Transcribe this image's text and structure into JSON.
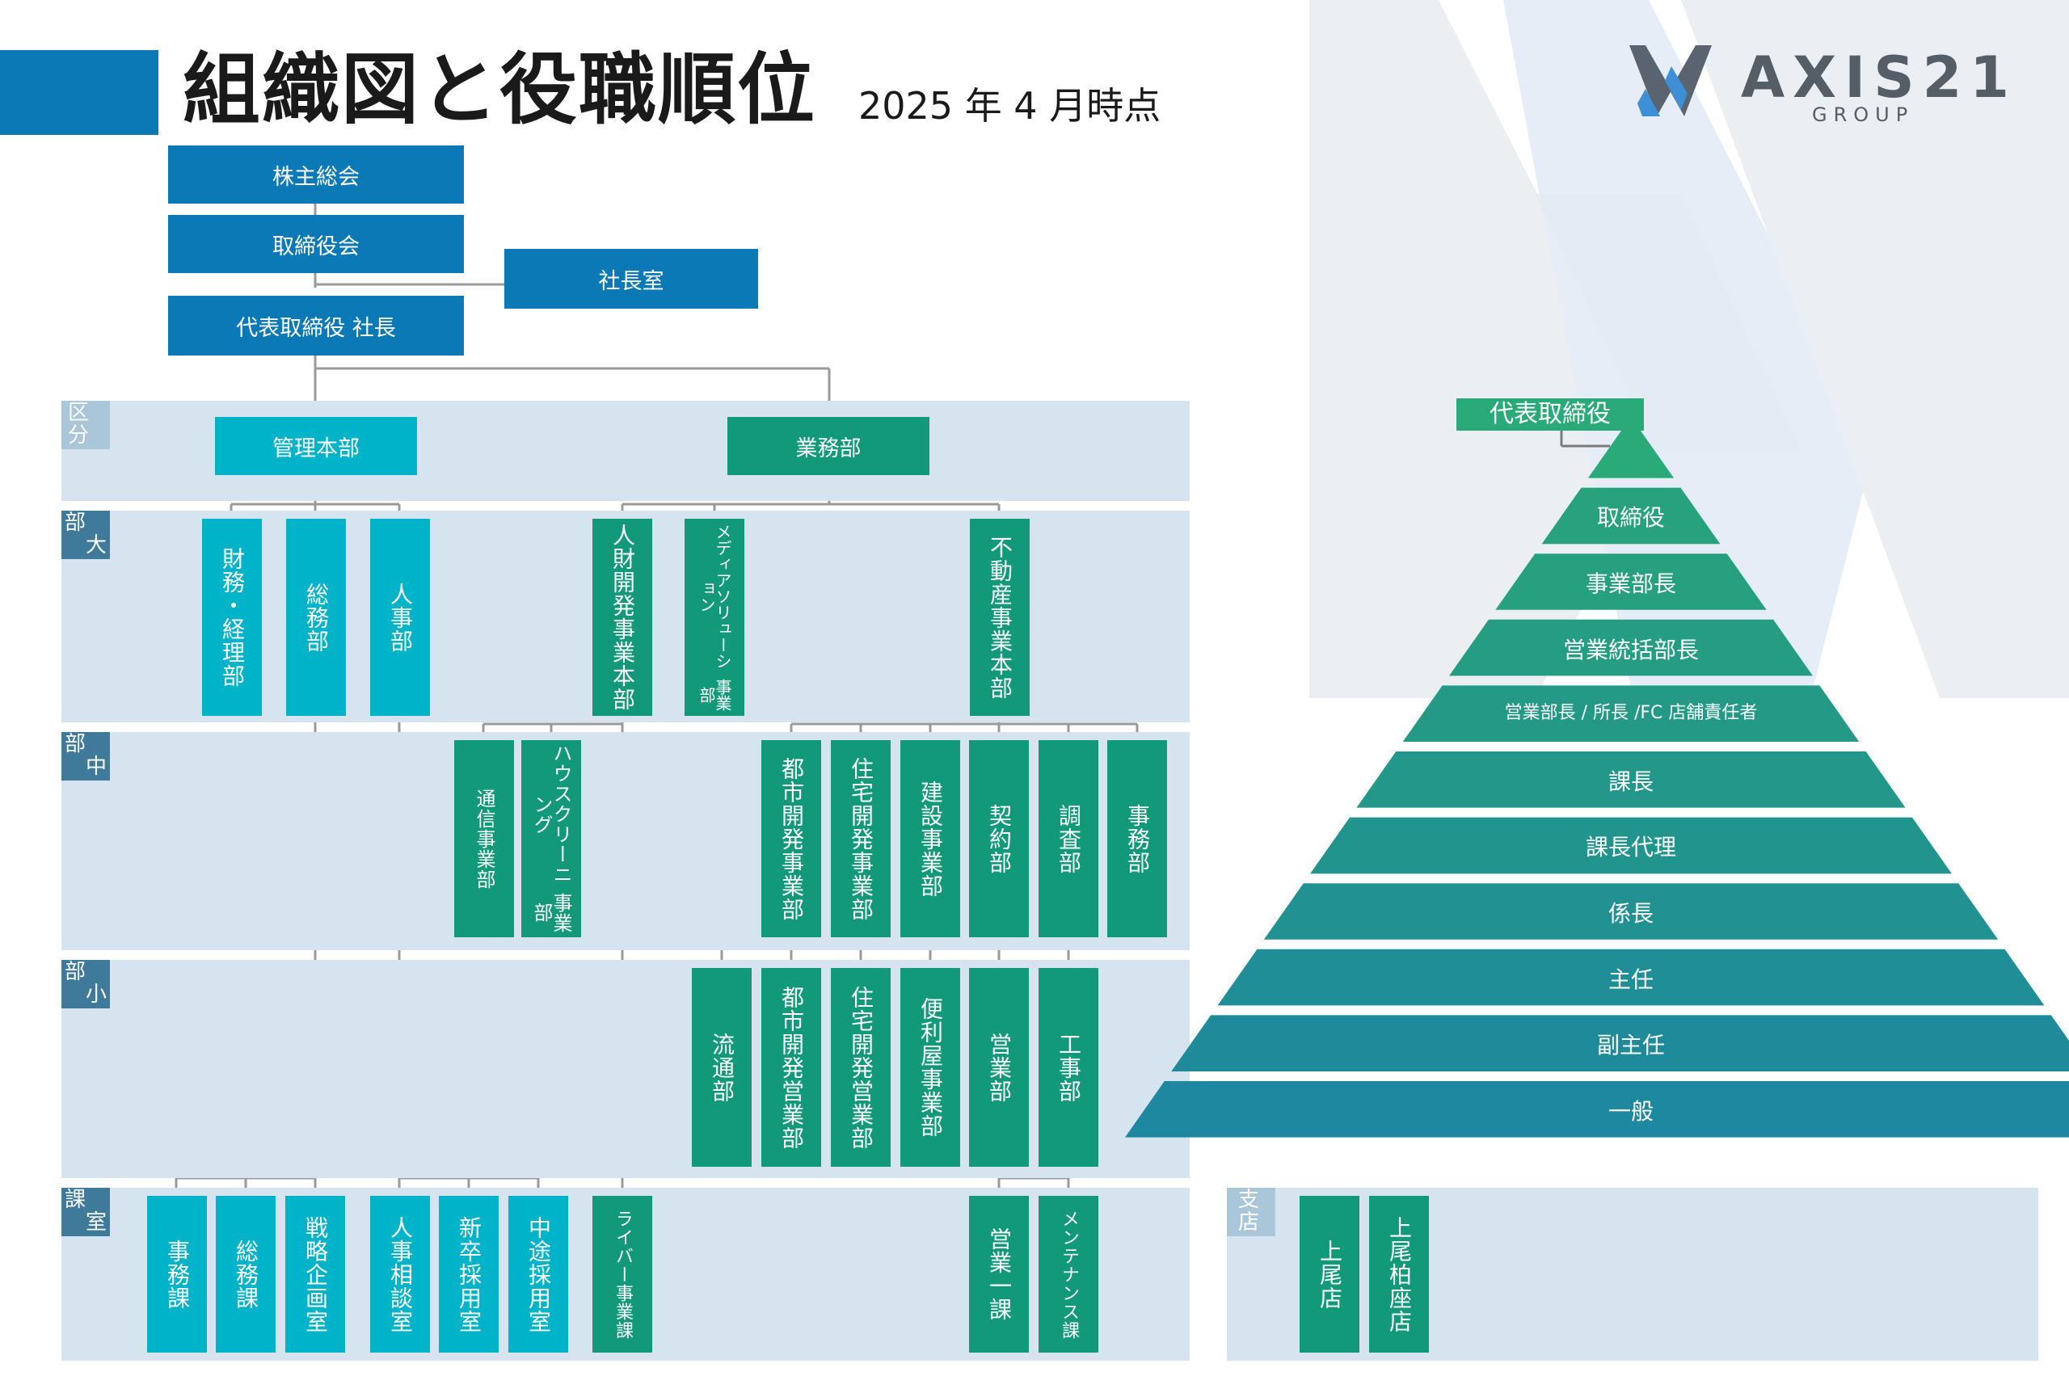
{
  "header": {
    "title": "組織図と役職順位",
    "date": "2025 年 4 月時点",
    "logo_text": "AXIS21",
    "logo_sub": "GROUP"
  },
  "band_labels": {
    "kubun": [
      "区",
      "分"
    ],
    "bu_dai": [
      "部",
      "大"
    ],
    "bu_chu": [
      "部",
      "中"
    ],
    "bu_sho": [
      "部",
      "小"
    ],
    "ka_shitsu": [
      "課",
      "室"
    ],
    "shiten": [
      "支",
      "店"
    ]
  },
  "top": {
    "kabunushi": "株主総会",
    "torishimariyakukai": "取締役会",
    "shachoshitsu": "社長室",
    "shacho": "代表取締役 社長"
  },
  "divisions": {
    "kanri": "管理本部",
    "gyomu": "業務部"
  },
  "bu_dai": {
    "zaimu": "財務・経理部",
    "somu": "総務部",
    "jinji": "人事部",
    "jinzai": "人財開発事業本部",
    "media": [
      "メディアソリューション",
      "事業部"
    ],
    "fudosan": "不動産事業本部"
  },
  "bu_chu": {
    "tsushin": "通信事業部",
    "house": [
      "ハウスクリーニング",
      "事業部"
    ],
    "toshi": "都市開発事業部",
    "jutaku": "住宅開発事業部",
    "kensetsu": "建設事業部",
    "keiyaku": "契約部",
    "chosa": "調査部",
    "jimu": "事務部"
  },
  "bu_sho": {
    "ryutsu": "流通部",
    "toshi_eigyo": "都市開発営業部",
    "jutaku_eigyo": "住宅開発営業部",
    "benriya": "便利屋事業部",
    "eigyo": "営業部",
    "koji": "工事部"
  },
  "ka_shitsu": {
    "jimuka": "事務課",
    "somuka": "総務課",
    "senryaku": "戦略企画室",
    "jinji_sodan": "人事相談室",
    "shinsotsu": "新卒採用室",
    "chuto": "中途採用室",
    "liver": "ライバー事業課",
    "eigyo1": "営業一課",
    "maintenance": "メンテナンス課"
  },
  "branches": {
    "ageo": "上尾店",
    "ageo_kashiwaza": "上尾柏座店"
  },
  "pyramid": {
    "tiers": [
      "代表取締役",
      "取締役",
      "事業部長",
      "営業統括部長",
      "営業部長 / 所長 /FC 店舗責任者",
      "課長",
      "課長代理",
      "係長",
      "主任",
      "副主任",
      "一般"
    ],
    "colors": [
      "#2aaa78",
      "#27a27c",
      "#26a07f",
      "#259d83",
      "#249a86",
      "#23978a",
      "#22948e",
      "#219192",
      "#208e96",
      "#1f8b9a",
      "#1e88a0"
    ]
  }
}
